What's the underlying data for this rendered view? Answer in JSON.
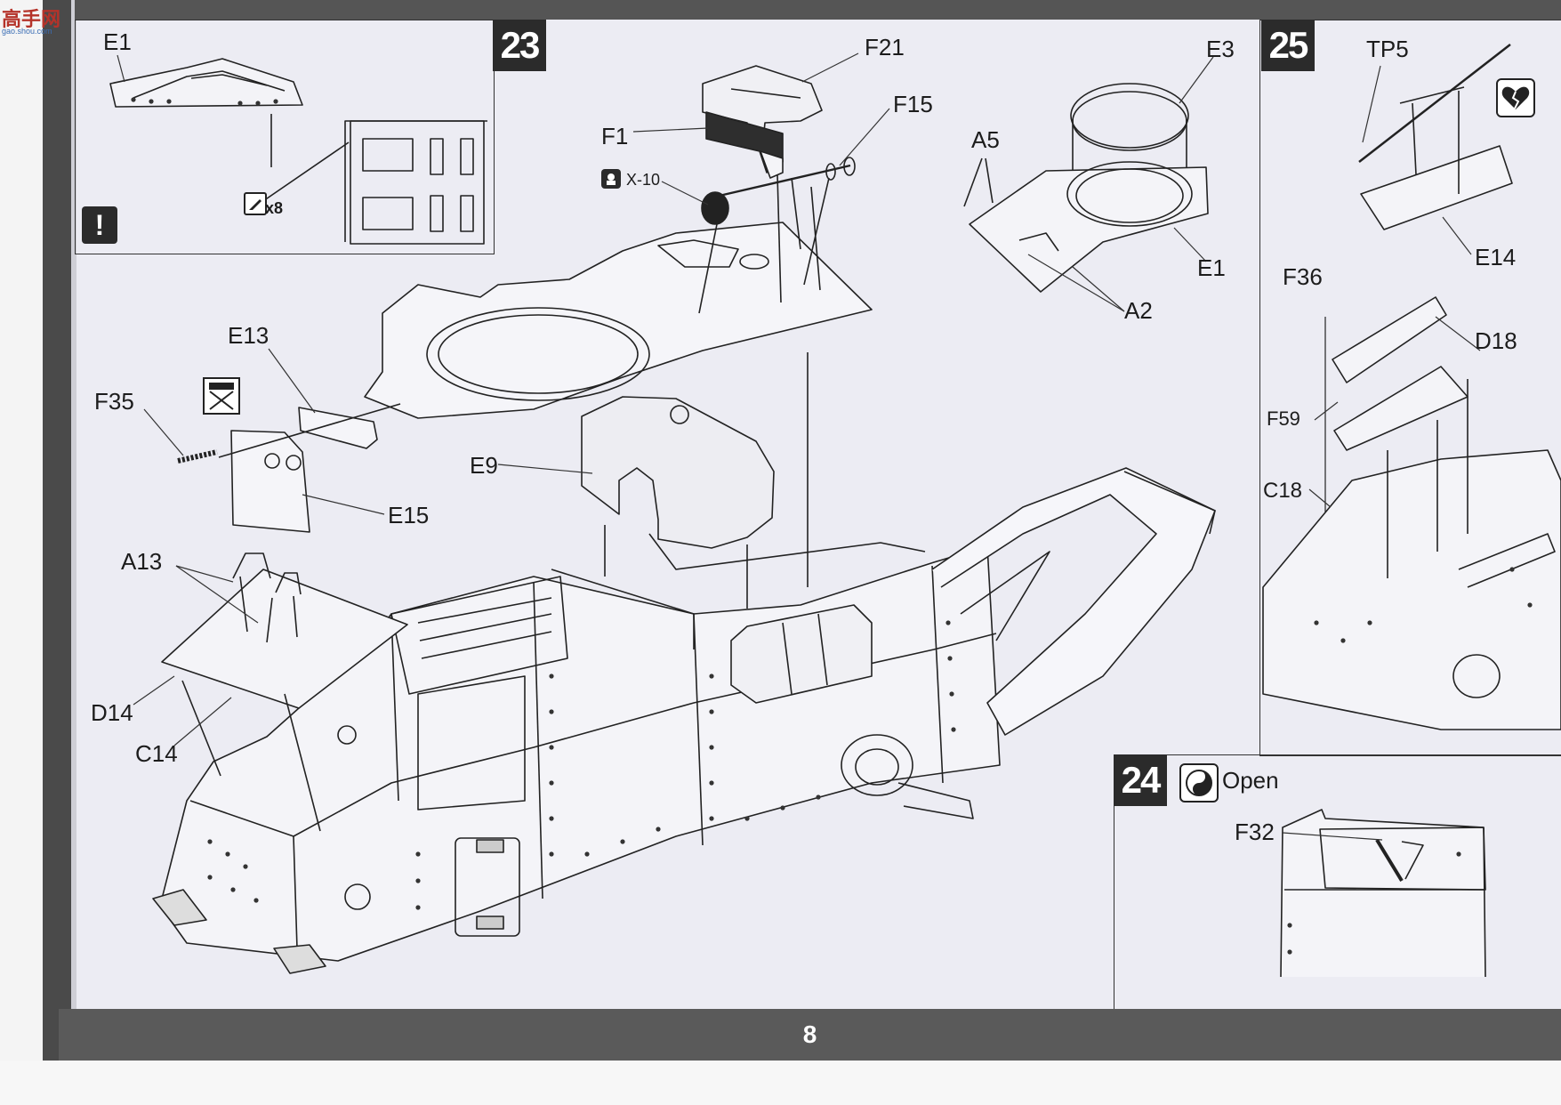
{
  "watermark": {
    "logo_text": "高手网",
    "url_text": "gao.shou.com"
  },
  "page_number": "8",
  "step23": {
    "number": "23",
    "inset": {
      "part": "E1",
      "drill_count": "x8"
    },
    "labels": {
      "F21": "F21",
      "F15": "F15",
      "F1": "F1",
      "X10": "X-10",
      "E13": "E13",
      "F35": "F35",
      "E15": "E15",
      "E9": "E9",
      "A13": "A13",
      "D14": "D14",
      "C14": "C14"
    }
  },
  "turret_inset": {
    "E3": "E3",
    "A5": "A5",
    "E1": "E1",
    "A2": "A2"
  },
  "step25": {
    "number": "25",
    "labels": {
      "TP5": "TP5",
      "E14": "E14",
      "F36": "F36",
      "D18": "D18",
      "F59": "F59",
      "C18": "C18"
    }
  },
  "step24": {
    "number": "24",
    "open_label": "Open",
    "part": "F32"
  },
  "icons": [
    "warning-icon",
    "drill-icon",
    "glue-icon",
    "no-glue-icon",
    "broken-heart-icon",
    "open-position-icon"
  ]
}
